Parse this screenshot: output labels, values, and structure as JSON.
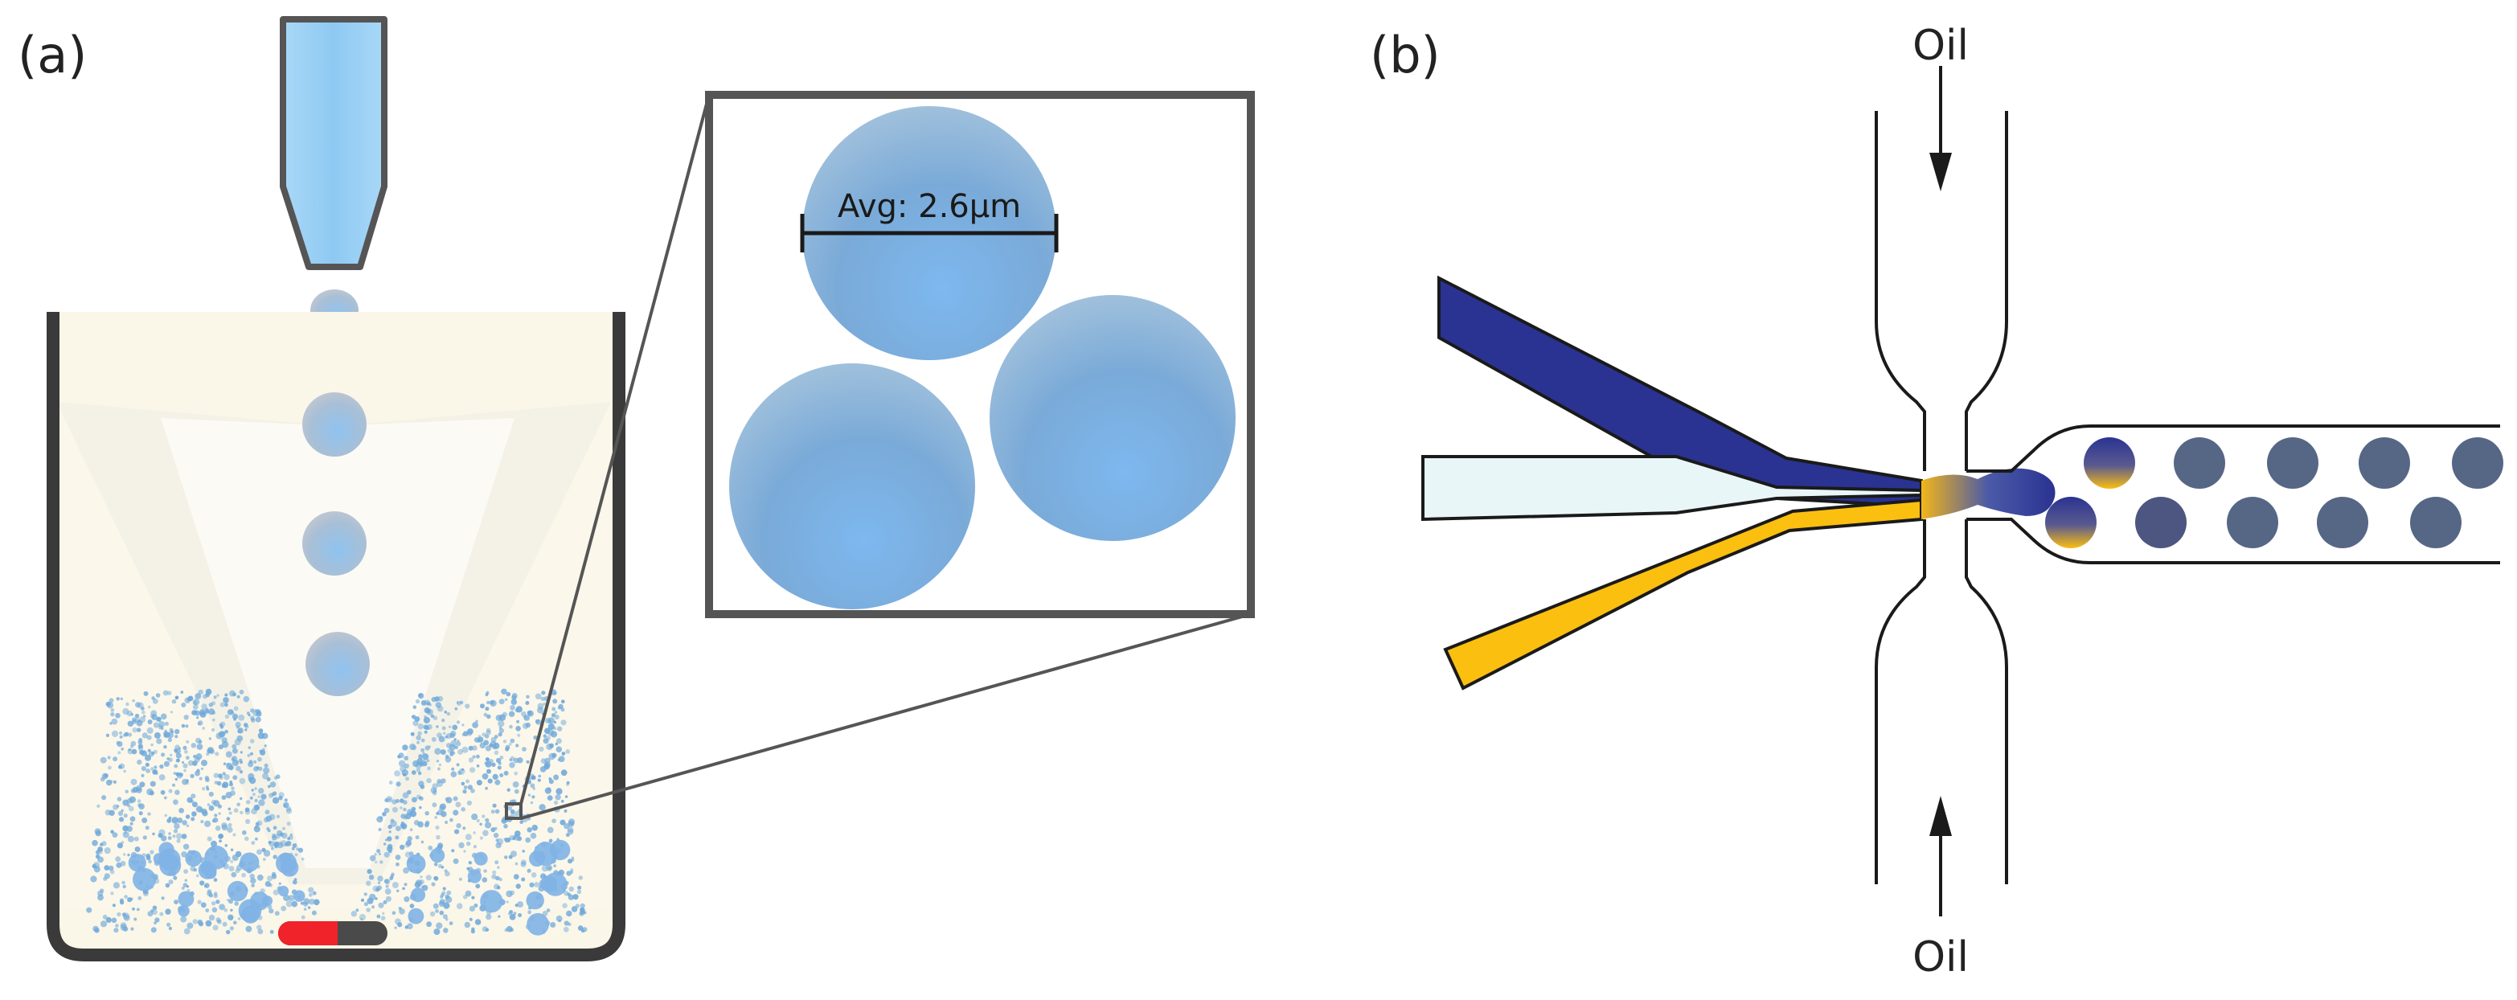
{
  "panel_a": {
    "label": "(a)",
    "inset_annotation": "Avg: 2.6μm"
  },
  "panel_b": {
    "label": "(b)",
    "oil_top": "Oil",
    "oil_bottom": "Oil"
  },
  "colors": {
    "stroke": "#1a1a1a",
    "beaker_wall": "#3a3a3a",
    "beaker_fill": "#faf6e9",
    "pipette": "#8ec9f2",
    "droplet": "#7fb0e0",
    "navy_channel": "#2a3391",
    "yellow_channel": "#fbbf10",
    "light_channel": "#e9f6f8",
    "collected_droplet": "#566685",
    "stir_bar_red": "#f0222a",
    "stir_bar_dark": "#4a4a4a"
  }
}
